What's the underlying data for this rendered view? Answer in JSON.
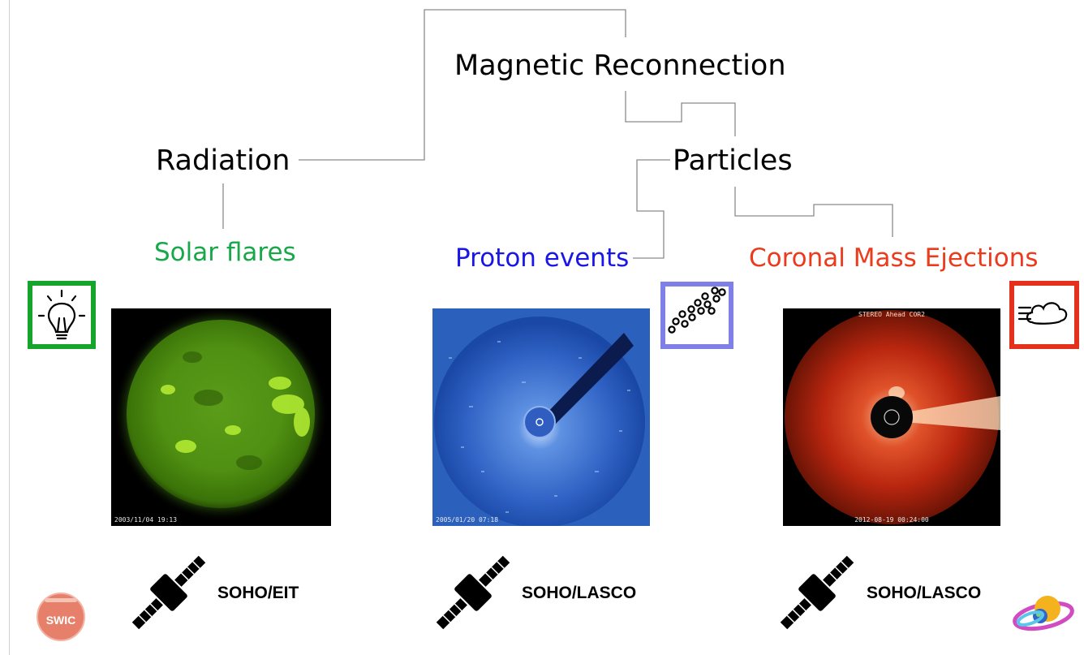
{
  "diagram": {
    "root": "Magnetic Reconnection",
    "radiation": "Radiation",
    "particles": "Particles"
  },
  "categories": {
    "flares": {
      "label": "Solar flares",
      "color": "#18a84a",
      "icon": "lightbulb-icon"
    },
    "protons": {
      "label": "Proton events",
      "color": "#1a16e6",
      "icon": "particles-icon"
    },
    "cmes": {
      "label": "Coronal Mass Ejections",
      "color": "#ec3a1c",
      "icon": "wind-cloud-icon"
    }
  },
  "images": {
    "eit": {
      "timestamp": "2003/11/04 19:13"
    },
    "lasco": {
      "timestamp": "2005/01/20 07:18"
    },
    "stereo": {
      "header": "STEREO Ahead COR2",
      "timestamp": "2012-08-19 00:24:00"
    }
  },
  "instruments": [
    "SOHO/EIT",
    "SOHO/LASCO",
    "SOHO/LASCO"
  ],
  "logos": {
    "swic": "SWIC"
  }
}
